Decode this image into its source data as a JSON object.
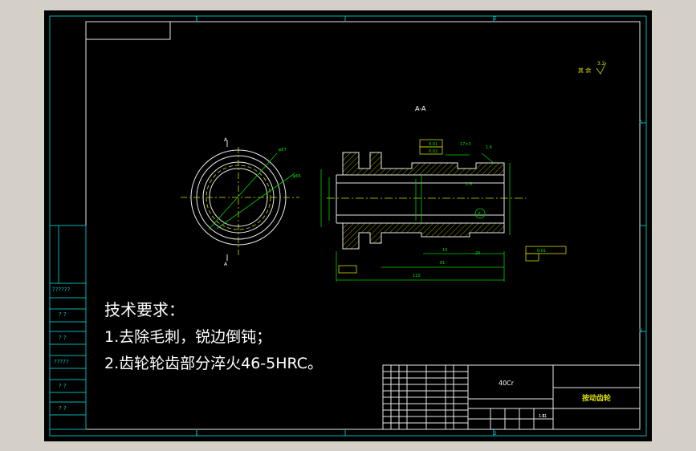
{
  "drawing": {
    "section_label": "A-A",
    "view_marker": "A",
    "roughness_note": "其 余",
    "roughness_value": "3.2"
  },
  "tech_requirements": {
    "title": "技术要求：",
    "item1": "1.去除毛刺，锐边倒钝；",
    "item2": "2.齿轮轮齿部分淬火46-5HRC。"
  },
  "title_block": {
    "material": "40Cr",
    "part_name": "按动齿轮",
    "scale": "1:1",
    "qty": "11"
  },
  "side_table": {
    "rows": [
      "??????",
      "? ?",
      "? ?",
      "?????",
      "? ?",
      "? ?"
    ]
  },
  "border": {
    "zone_top_left": "1",
    "zone_top_right": "2",
    "zone_right_a": "A",
    "zone_right_b": "B"
  },
  "dimensions": {
    "d_outer": "φ87",
    "d_inner": "φ66",
    "thread": "17×3",
    "len_total": "110",
    "len_mid": "81",
    "len_a": "10",
    "len_b": "20",
    "chamfer": "1.6",
    "tol1": "0.01",
    "tol2": "0.02",
    "tol3": "0.01",
    "circle_mark": "A"
  }
}
